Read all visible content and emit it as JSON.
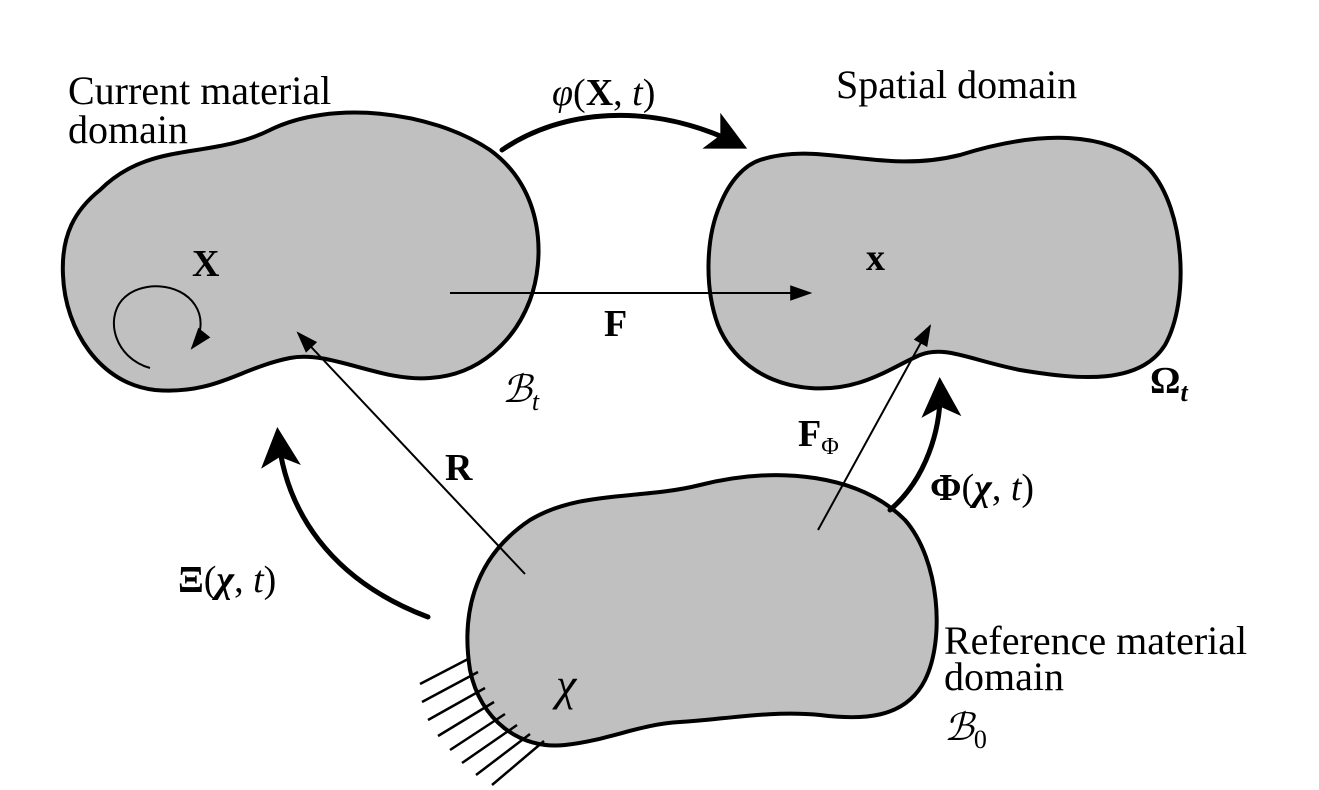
{
  "titles": {
    "current_domain_line1": "Current material",
    "current_domain_line2": "domain",
    "spatial_domain": "Spatial domain",
    "reference_domain_line1": "Reference material",
    "reference_domain_line2": "domain"
  },
  "domain_symbols": {
    "current": "ℬ",
    "current_sub": "t",
    "spatial": "Ω",
    "spatial_sub": "t",
    "reference": "ℬ",
    "reference_sub": "0"
  },
  "points": {
    "X": "X",
    "x": "x",
    "chi": "χ"
  },
  "maps": {
    "varphi_symbol": "φ",
    "varphi_open": "(",
    "varphi_arg1": "X",
    "varphi_sep": ", ",
    "varphi_arg2": "t",
    "varphi_close": ")",
    "Phi_symbol": "Φ",
    "Phi_open": "(",
    "Phi_arg1": "χ",
    "Phi_sep": ", ",
    "Phi_arg2": "t",
    "Phi_close": ")",
    "Xi_symbol": "Ξ",
    "Xi_open": "(",
    "Xi_arg1": "χ",
    "Xi_sep": ", ",
    "Xi_arg2": "t",
    "Xi_close": ")"
  },
  "gradients": {
    "F": "F",
    "R": "R",
    "F_Phi": "F",
    "F_Phi_sub": "Φ"
  }
}
